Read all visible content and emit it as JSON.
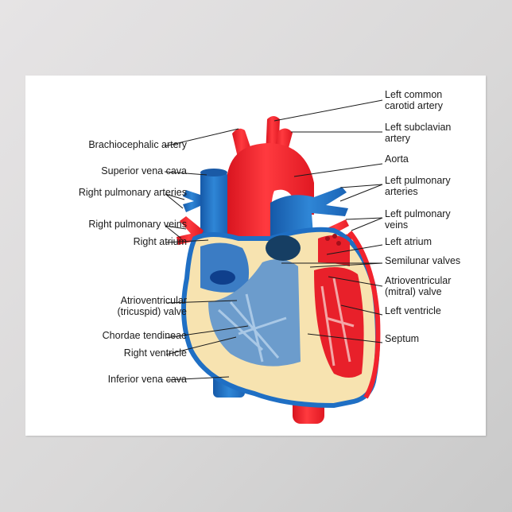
{
  "diagram": {
    "subject": "Human heart anatomy",
    "colors": {
      "oxygenated": "#f2232d",
      "deoxygenated": "#1f6fc4",
      "muscle_wall": "#f7e3b0",
      "background": "#ffffff",
      "frame": "#dcdadb"
    },
    "labels_left": [
      {
        "id": "brachiocephalic",
        "text": "Brachiocephalic artery"
      },
      {
        "id": "svc",
        "text": "Superior vena cava"
      },
      {
        "id": "rpa",
        "text": "Right pulmonary arteries"
      },
      {
        "id": "rpv",
        "text": "Right pulmonary veins"
      },
      {
        "id": "ra",
        "text": "Right atrium"
      },
      {
        "id": "tricuspid_1",
        "text": "Atrioventricular"
      },
      {
        "id": "tricuspid_2",
        "text": "(tricuspid) valve"
      },
      {
        "id": "chordae",
        "text": "Chordae tendineae"
      },
      {
        "id": "rv",
        "text": "Right ventricle"
      },
      {
        "id": "ivc",
        "text": "Inferior vena cava"
      }
    ],
    "labels_right": [
      {
        "id": "lcca_1",
        "text": "Left common"
      },
      {
        "id": "lcca_2",
        "text": "carotid artery"
      },
      {
        "id": "lsa_1",
        "text": "Left subclavian"
      },
      {
        "id": "lsa_2",
        "text": "artery"
      },
      {
        "id": "aorta",
        "text": "Aorta"
      },
      {
        "id": "lpa_1",
        "text": "Left pulmonary"
      },
      {
        "id": "lpa_2",
        "text": "arteries"
      },
      {
        "id": "lpv_1",
        "text": "Left pulmonary"
      },
      {
        "id": "lpv_2",
        "text": "veins"
      },
      {
        "id": "la",
        "text": "Left atrium"
      },
      {
        "id": "semilunar",
        "text": "Semilunar valves"
      },
      {
        "id": "mitral_1",
        "text": "Atrioventricular"
      },
      {
        "id": "mitral_2",
        "text": "(mitral) valve"
      },
      {
        "id": "lv",
        "text": "Left ventricle"
      },
      {
        "id": "septum",
        "text": "Septum"
      }
    ]
  }
}
